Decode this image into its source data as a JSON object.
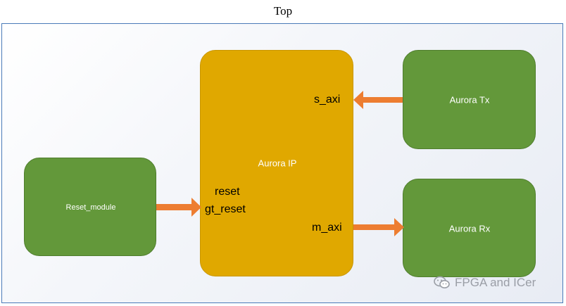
{
  "title": "Top",
  "blocks": {
    "reset_module": {
      "label": "Reset_module"
    },
    "aurora_ip": {
      "label": "Aurora IP",
      "ports": {
        "s_axi": "s_axi",
        "reset": "reset",
        "gt_reset": "gt_reset",
        "m_axi": "m_axi"
      }
    },
    "aurora_tx": {
      "label": "Aurora Tx"
    },
    "aurora_rx": {
      "label": "Aurora Rx"
    }
  },
  "watermark": {
    "text": "FPGA and ICer",
    "icon": "wechat-icon"
  },
  "colors": {
    "green_block": "#63983a",
    "ip_block": "#e0a800",
    "arrow": "#ed7d31",
    "frame_border": "#4a7ab8"
  }
}
